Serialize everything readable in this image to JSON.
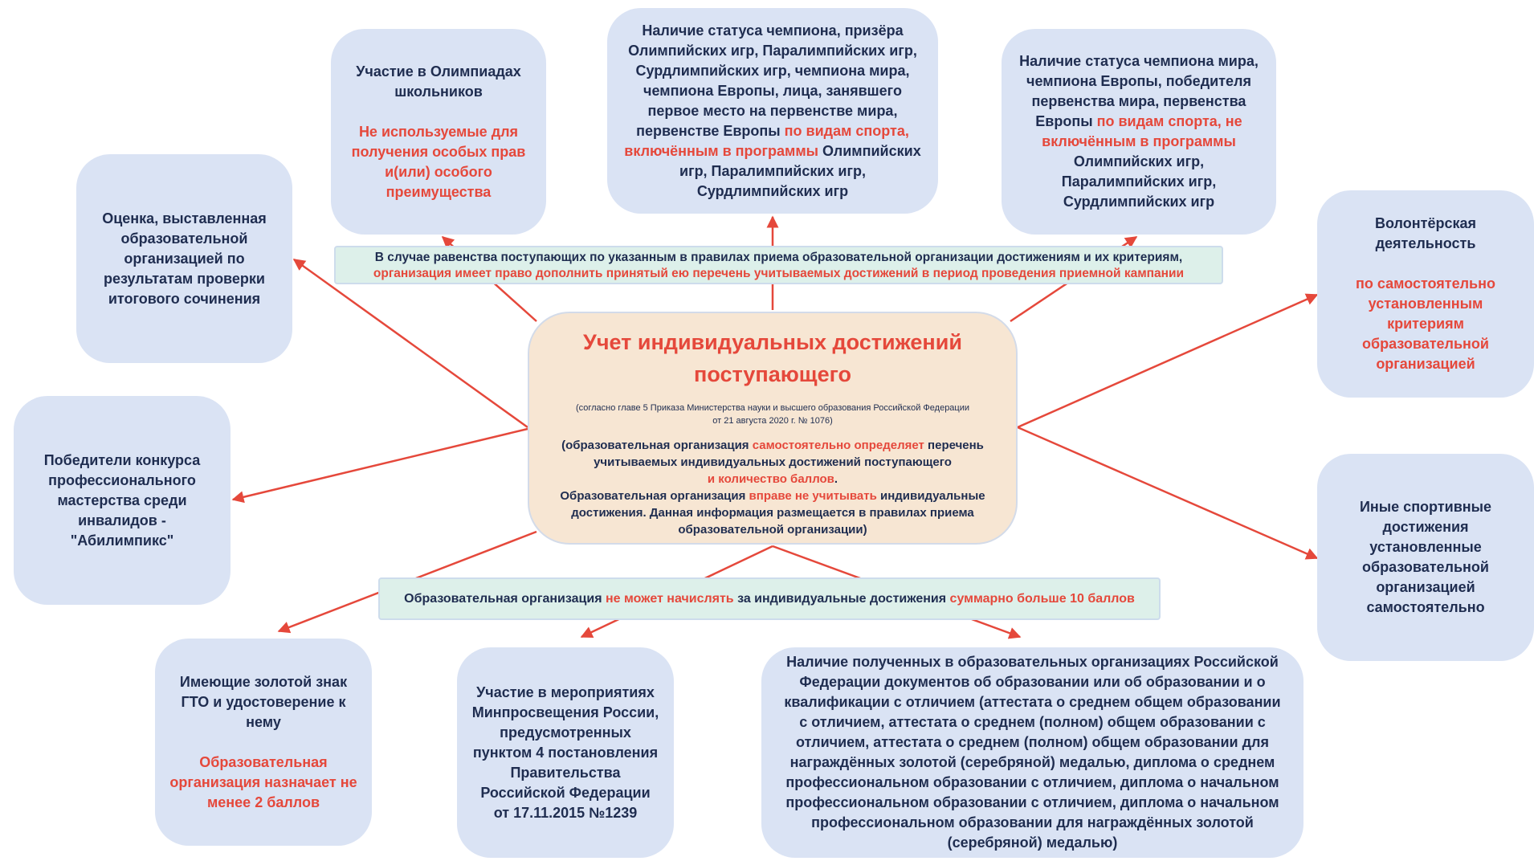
{
  "center": {
    "title": "Учет индивидуальных достижений поступающего",
    "note_l1": "(согласно главе 5 Приказа Министерства науки и высшего  образования Российской Федерации",
    "note_l2": "от 21 августа  2020 г. № 1076)",
    "body_a": "(образовательная  организация ",
    "body_b": "самостоятельно  определяет",
    "body_c": " перечень учитываемых индивидуальных достижений  поступающего",
    "body_d": "и количество баллов",
    "body_e": ".",
    "body_f": "Образовательная  организация ",
    "body_g": "вправе не учитывать",
    "body_h": "  индивидуальные достижения. Данная информация размещается в правилах приема образовательной  организации)"
  },
  "band_top": {
    "line1": "В случае равенства поступающих по указанным в правилах приема образовательной организации достижениям и их критериям,",
    "line2": "организация имеет право дополнить принятый ею перечень учитываемых достижений в период проведения приемной кампании"
  },
  "band_bottom": {
    "a": "Образовательная организация ",
    "b": "не может начислять",
    "c": " за индивидуальные достижения ",
    "d": "суммарно  больше 10 баллов"
  },
  "olymp": {
    "title": "Участие в Олимпиадах школьников",
    "red": "Не используемые  для получения  особых прав и(или) особого преимущества"
  },
  "champ": {
    "a": "Наличие статуса чемпиона, призёра Олимпийских игр, Паралимпийских игр, Сурдлимпийских игр, чемпиона мира, чемпиона Европы, лица, занявшего первое место на первенстве мира, первенстве Европы ",
    "b": "по видам спорта, включённым в программы",
    "c": " Олимпийских игр, Паралимпийских игр, Сурдлимпийских игр"
  },
  "champ2": {
    "a": "Наличие статуса чемпиона мира, чемпиона Европы, победителя первенства мира, первенства Европы ",
    "b": "по видам спорта, не включённым в программы",
    "c": " Олимпийских игр, Паралимпийских игр, Сурдлимпийских игр"
  },
  "essay": {
    "text": "Оценка, выставленная образовательной организацией по результатам проверки итогового сочинения"
  },
  "abilympics": {
    "text": "Победители  конкурса профессионального мастерства среди инвалидов - \"Абилимпикс\""
  },
  "volunteer": {
    "title": "Волонтёрская деятельность",
    "red": "по самостоятельно установленным критериям образовательной организацией"
  },
  "sports": {
    "text": "Иные спортивные достижения установленные образовательной организацией самостоятельно"
  },
  "gto": {
    "title": "Имеющие золотой знак ГТО и удостоверение к нему",
    "red": "Образовательная организация назначает не менее 2 баллов"
  },
  "minpros": {
    "text": "Участие в мероприятиях Минпросвещения России, предусмотренных пунктом 4 постановления Правительства Российской Федерации от  17.11.2015 №1239"
  },
  "diploma": {
    "text": "Наличие полученных в образовательных организациях Российской Федерации документов об образовании или об образовании и о квалификации с отличием (аттестата о среднем общем образовании с отличием, аттестата о среднем (полном)  общем образовании с отличием, аттестата о среднем (полном) общем образовании для награждённых золотой (серебряной) медалью, диплома  о среднем профессиональном образовании с отличием, диплома  о начальном профессиональном образовании с отличием, диплома о начальном профессиональном образовании для награждённых золотой (серебряной) медалью)"
  },
  "colors": {
    "box": "#dae3f4",
    "center": "#f7e6d3",
    "band": "#ddf0ea",
    "text": "#1f2d50",
    "accent": "#e5483b"
  }
}
